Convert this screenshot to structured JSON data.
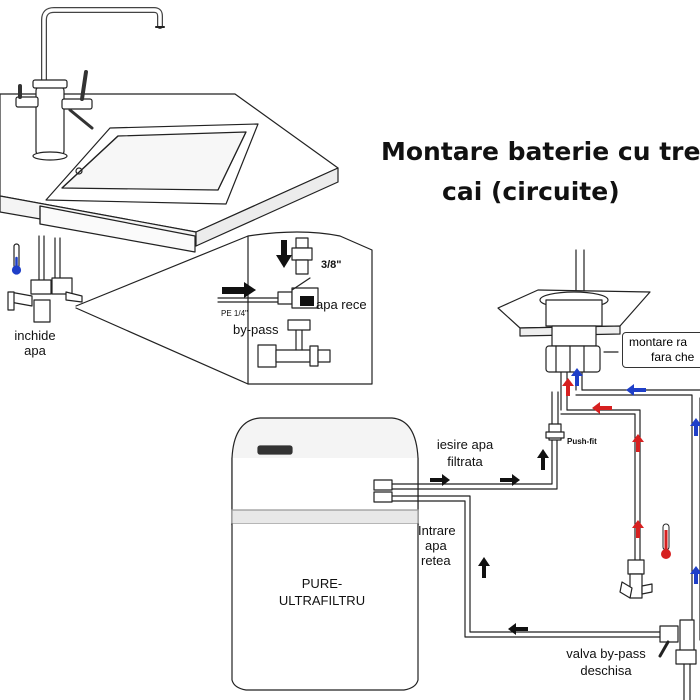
{
  "title": {
    "line1": "Montare baterie cu trei",
    "line2": "cai (circuite)"
  },
  "labels": {
    "inchide": "inchide",
    "apa": "apa",
    "size_38": "3/8\"",
    "pe_14": "PE 1/4\"",
    "apa_rece": "apa rece",
    "by_pass": "by-pass",
    "montare_1": "montare ra",
    "montare_2": "fara che",
    "push_fit": "Push-fit",
    "iesire_1": "iesire apa",
    "iesire_2": "filtrata",
    "intrare_1": "Intrare",
    "intrare_2": "apa",
    "intrare_3": "retea",
    "unit_1": "PURE-",
    "unit_2": "ULTRAFILTRU",
    "valva_1": "valva by-pass",
    "valva_2": "deschisa"
  },
  "colors": {
    "ink": "#222222",
    "hot": "#d62020",
    "cold": "#1f3fc8"
  }
}
